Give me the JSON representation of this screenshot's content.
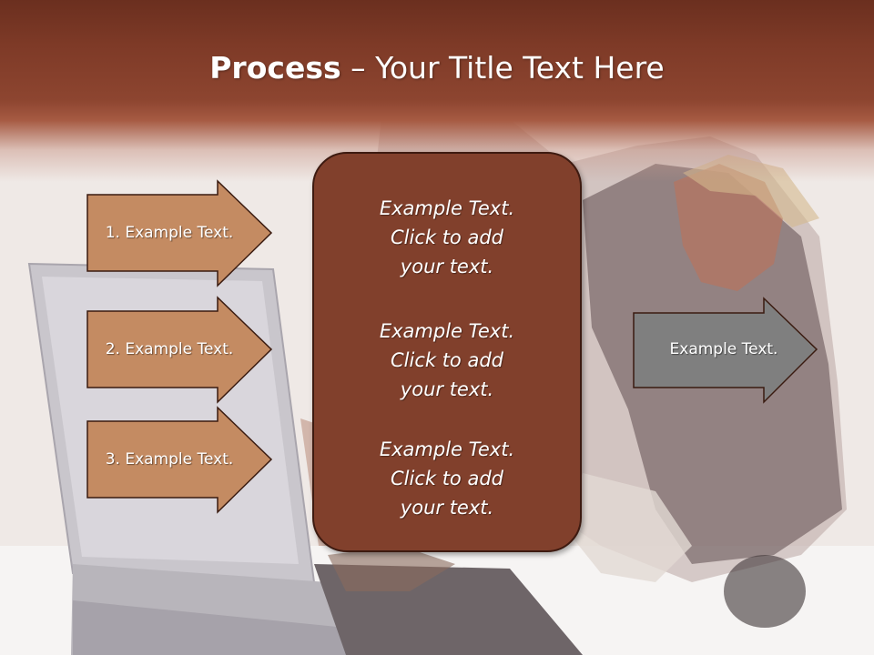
{
  "title": {
    "bold": "Process",
    "rest": " – Your Title Text Here"
  },
  "left_steps": [
    {
      "label": "1. Example Text."
    },
    {
      "label": "2. Example Text."
    },
    {
      "label": "3. Example Text."
    }
  ],
  "center_box": {
    "paragraphs": [
      "Example Text.\nClick  to add\nyour text.",
      "Example Text.\nClick  to add\nyour text.",
      "Example Text.\nClick  to add\nyour text."
    ]
  },
  "right_arrow": {
    "label": "Example Text."
  },
  "colors": {
    "title_band": "#7e3a27",
    "step_arrow_fill": "#c48b62",
    "center_box_fill": "#81402c",
    "right_arrow_fill": "#7f7f7f"
  }
}
